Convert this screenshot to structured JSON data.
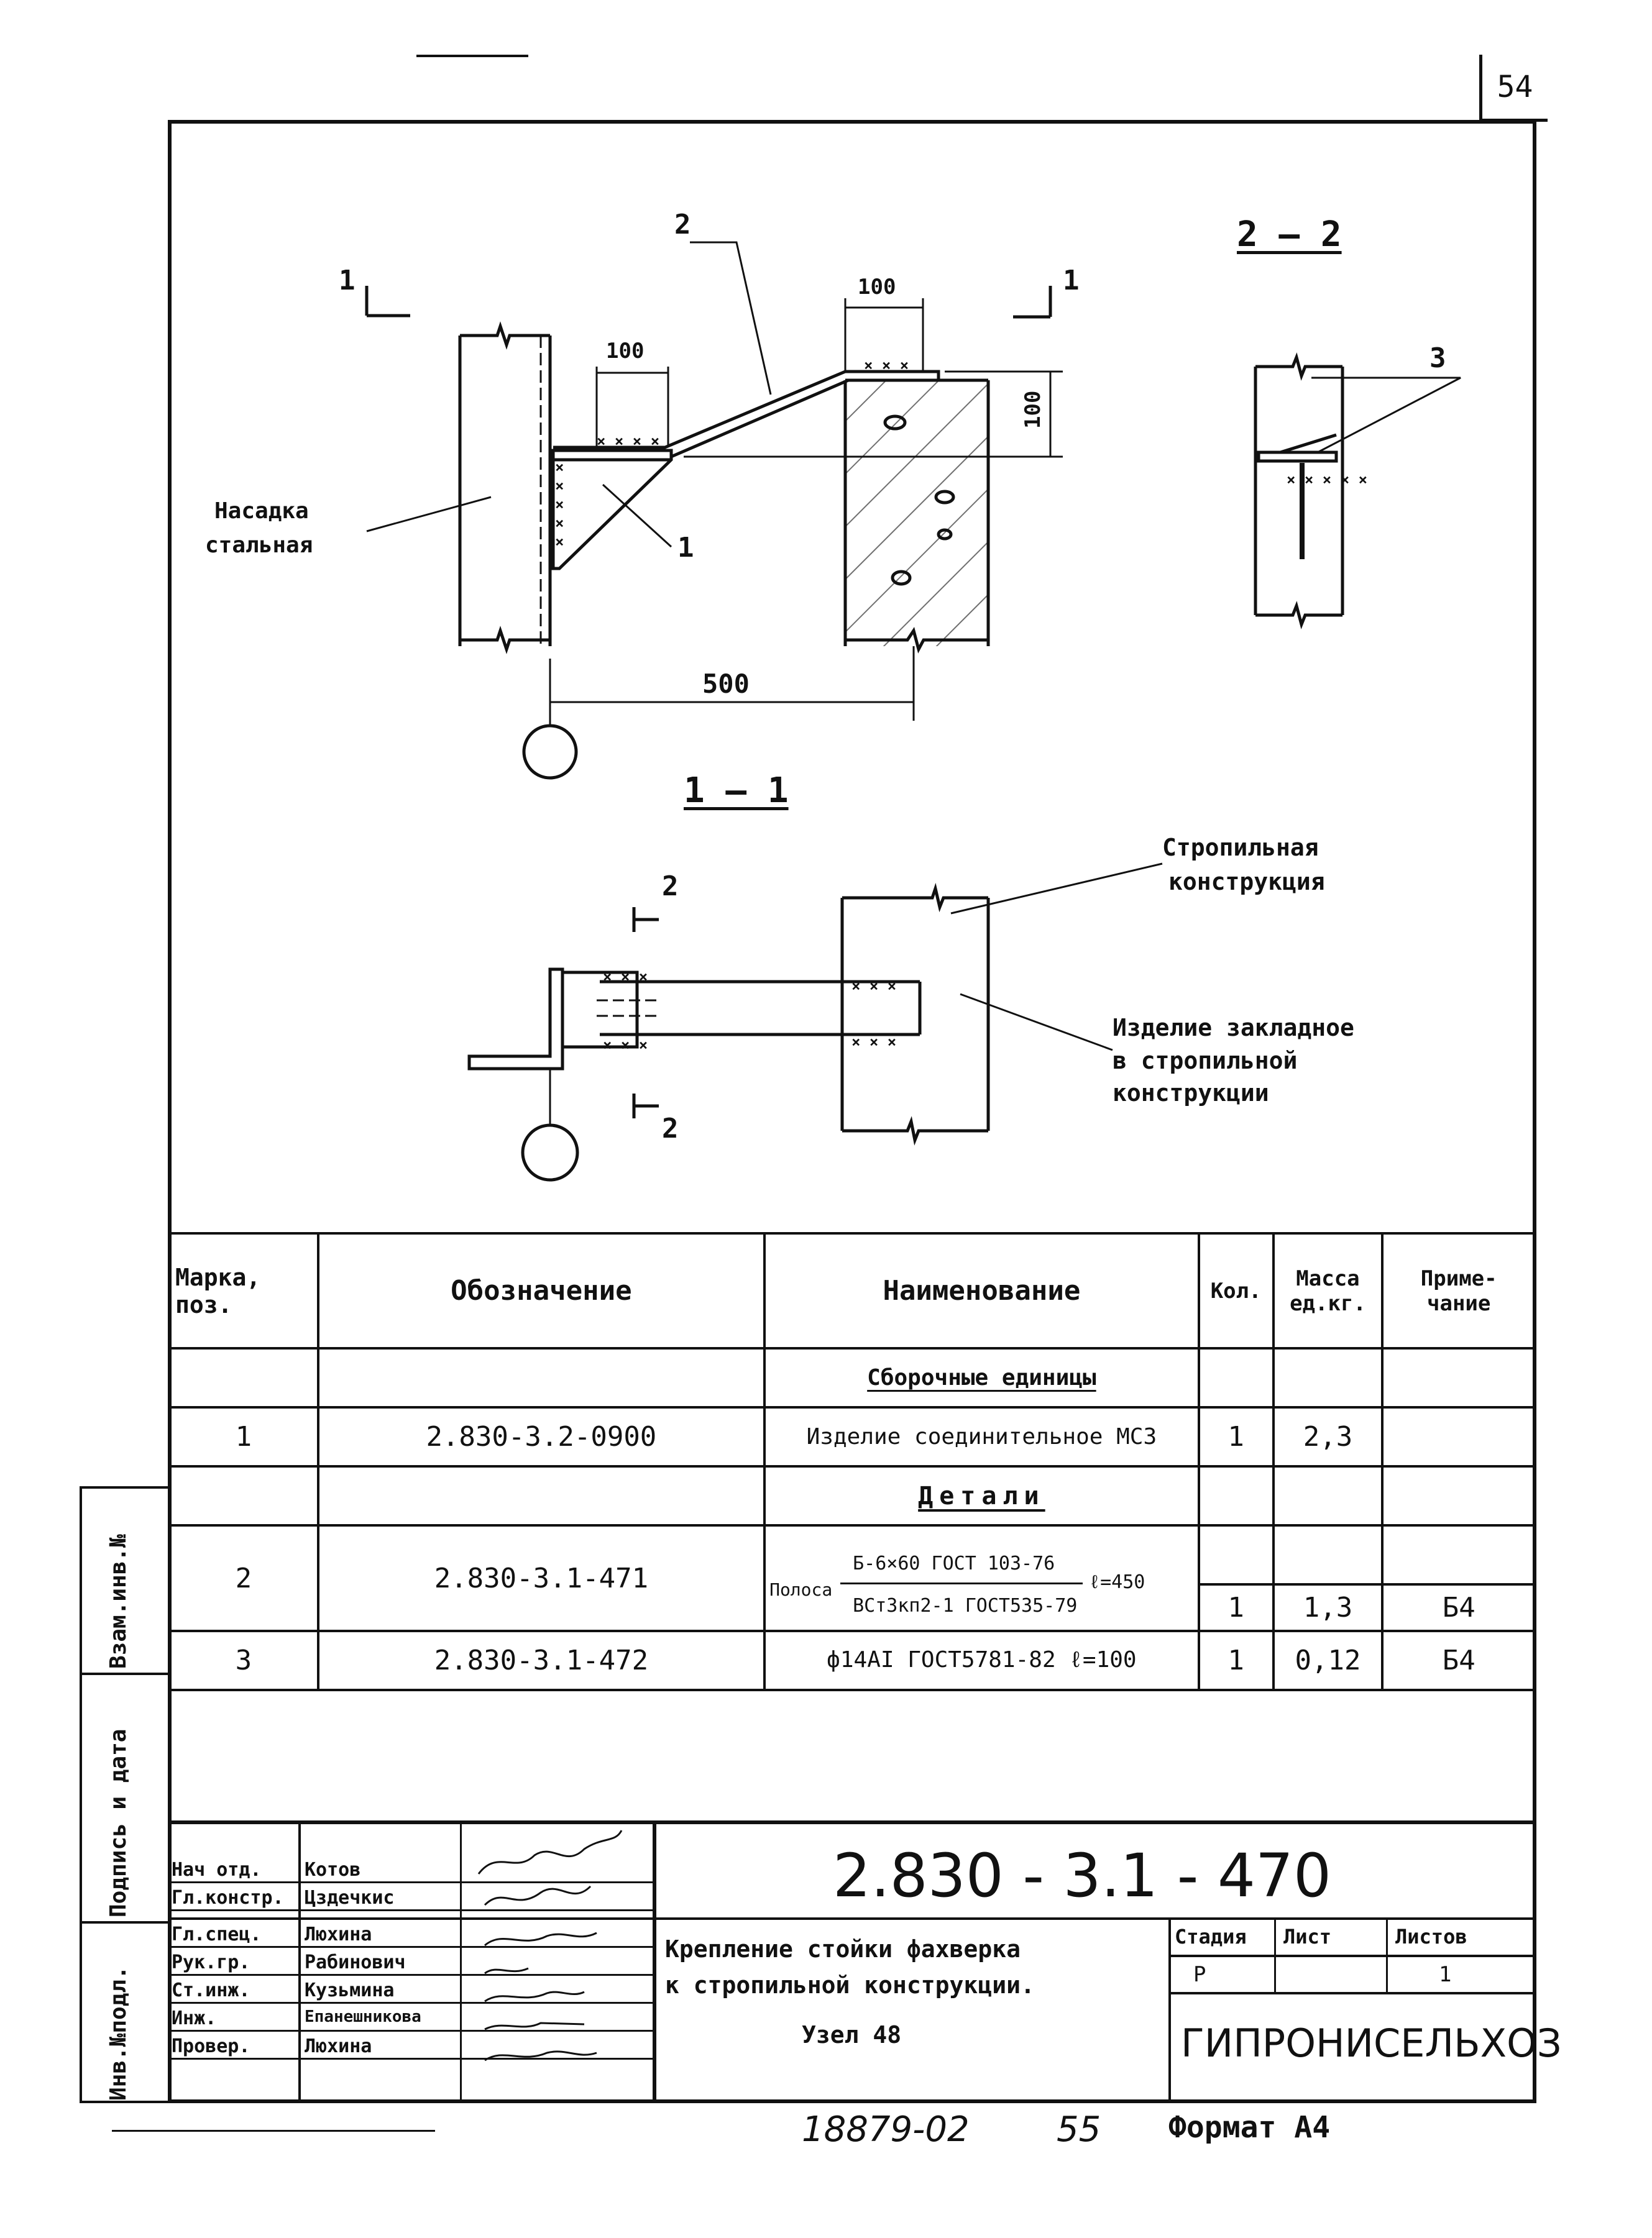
{
  "sheet_number": "54",
  "drawing": {
    "section_1_1": "1 – 1",
    "section_2_2": "2 – 2",
    "cut_mark_1": "1",
    "cut_mark_2": "2",
    "dim_100_a": "100",
    "dim_100_b": "100",
    "dim_100_c": "100",
    "dim_500": "500",
    "pos_1": "1",
    "pos_2": "2",
    "pos_3": "3",
    "label_nasadka_1": "Насадка",
    "label_nasadka_2": "стальная",
    "label_stropil_1": "Стропильная",
    "label_stropil_2": "конструкция",
    "label_izdelie_1": "Изделие закладное",
    "label_izdelie_2": "в стропильной",
    "label_izdelie_3": "конструкции"
  },
  "spec_table": {
    "headers": {
      "mark": "Марка, поз.",
      "designation": "Обозначение",
      "name": "Наименование",
      "qty": "Кол.",
      "mass": "Масса ед.кг.",
      "note": "Приме- чание"
    },
    "section_assembly": "Сборочные единицы",
    "section_details": "Детали",
    "rows": [
      {
        "mark": "1",
        "designation": "2.830-3.2-0900",
        "name": "Изделие соединительное МС3",
        "qty": "1",
        "mass": "2,3",
        "note": ""
      },
      {
        "mark": "2",
        "designation": "2.830-3.1-471",
        "name_prefix": "Полоса",
        "name_top": "Б-6×60 ГОСТ 103-76",
        "name_len": "ℓ=450",
        "name_bottom": "ВСт3кп2-1 ГОСТ535-79",
        "qty": "1",
        "mass": "1,3",
        "note": "Б4"
      },
      {
        "mark": "3",
        "designation": "2.830-3.1-472",
        "name": "ф14АI ГОСТ5781-82   ℓ=100",
        "qty": "1",
        "mass": "0,12",
        "note": "Б4"
      }
    ]
  },
  "title_block": {
    "doc_code": "2.830 - 3.1 - 470",
    "title_line1": "Крепление стойки фахверка",
    "title_line2": "к стропильной конструкции.",
    "title_line3": "Узел 48",
    "stage_label": "Стадия",
    "sheet_label": "Лист",
    "sheets_label": "Листов",
    "stage_value": "Р",
    "sheet_value": "",
    "sheets_value": "1",
    "organization": "ГИПРОНИСЕЛЬХОЗ",
    "signatures": [
      {
        "role": "Нач отд.",
        "name": "Котов"
      },
      {
        "role": "Гл.констр.",
        "name": "Цздечкис"
      },
      {
        "role": "Гл.спец.",
        "name": "Люхина"
      },
      {
        "role": "Рук.гр.",
        "name": "Рабинович"
      },
      {
        "role": "Ст.инж.",
        "name": "Кузьмина"
      },
      {
        "role": "Инж.",
        "name": "Епанешникова"
      },
      {
        "role": "Провер.",
        "name": "Люхина"
      }
    ]
  },
  "side_band": {
    "inv_podl": "Инв.№подл.",
    "podpis": "Подпись и дата",
    "vzam": "Взам.инв.№"
  },
  "footer": {
    "handwritten": "18879-02",
    "page": "55",
    "format": "Формат А4"
  }
}
